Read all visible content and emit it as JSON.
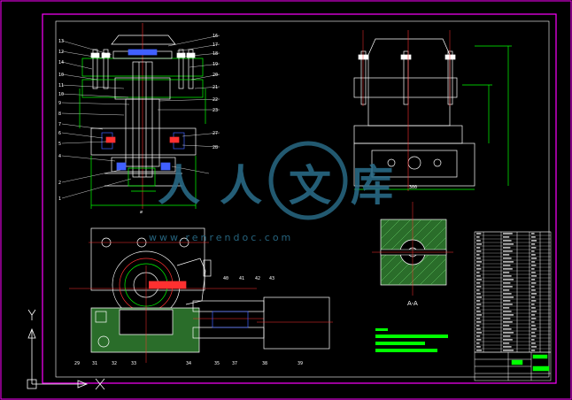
{
  "drawing": {
    "section_label": "A-A",
    "dimension_labels": {
      "left_width": "∅",
      "right_width": "300"
    }
  },
  "watermark": {
    "chars": [
      "人",
      "人",
      "文",
      "库"
    ],
    "url": "www.renrendoc.com"
  },
  "axes_icon": {
    "y_label": "Y",
    "x_label": "X"
  },
  "colors": {
    "background": "#000000",
    "frame": "#ff00ff",
    "outline": "#ffffff",
    "dimension": "#00ff00",
    "centerline": "#ff3030",
    "part_blue": "#4060ff",
    "section_fill": "#2a6d2a",
    "section_hatch": "#66cc66",
    "watermark": "#2b6f8c"
  }
}
